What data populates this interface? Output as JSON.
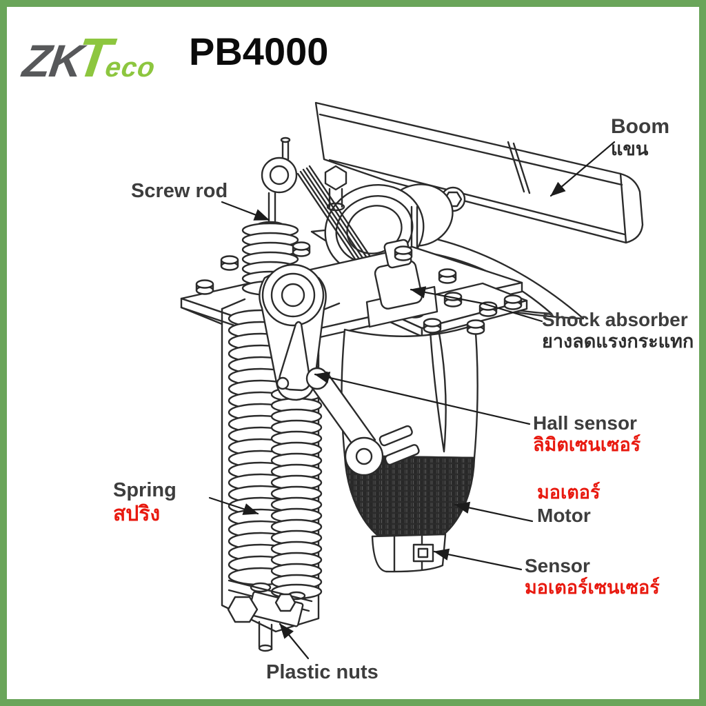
{
  "header": {
    "brand_zk": "ZK",
    "brand_t": "T",
    "brand_eco": "eco",
    "model": "PB4000"
  },
  "colors": {
    "border_green": "#6aa55a",
    "brand_gray": "#57585a",
    "brand_green": "#8dc63f",
    "title_black": "#0b0b0b",
    "label_dark": "#3d3d3d",
    "label_red": "#e8190f",
    "drawing_line": "#2b2b2b"
  },
  "labels": {
    "boom": {
      "en": "Boom",
      "th": "แขน"
    },
    "screw_rod": {
      "en": "Screw rod"
    },
    "shock_absorber": {
      "en": "Shock absorber",
      "th": "ยางลดแรงกระแทก"
    },
    "hall_sensor": {
      "en": "Hall sensor",
      "th": "ลิมิตเซนเซอร์"
    },
    "spring": {
      "en": "Spring",
      "th": "สปริง"
    },
    "motor": {
      "en": "Motor",
      "th": "มอเตอร์"
    },
    "sensor": {
      "en": "Sensor",
      "th": "มอเตอร์เซนเซอร์"
    },
    "plastic_nuts": {
      "en": "Plastic nuts"
    }
  }
}
